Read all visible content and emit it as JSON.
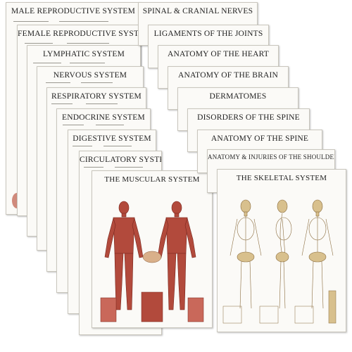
{
  "left_stack": [
    {
      "title": "MALE REPRODUCTIVE SYSTEM",
      "color": "#c47a6c"
    },
    {
      "title": "FEMALE REPRODUCTIVE SYSTEM",
      "color": "#c98a82"
    },
    {
      "title": "LYMPHATIC SYSTEM",
      "color": "#b79d86"
    },
    {
      "title": "NERVOUS SYSTEM",
      "color": "#d6b07a"
    },
    {
      "title": "RESPIRATORY SYSTEM",
      "color": "#c58a86"
    },
    {
      "title": "ENDOCRINE SYSTEM",
      "color": "#c7a07d"
    },
    {
      "title": "DIGESTIVE SYSTEM",
      "color": "#c98a70"
    },
    {
      "title": "CIRCULATORY SYSTEM",
      "color": "#b9565a"
    },
    {
      "title": "THE MUSCULAR SYSTEM",
      "color": "#b24a3c"
    }
  ],
  "right_stack": [
    {
      "title": "SPINAL & CRANIAL NERVES",
      "color": "#d4b66a"
    },
    {
      "title": "LIGAMENTS OF THE JOINTS",
      "color": "#c8a77d"
    },
    {
      "title": "ANATOMY OF THE HEART",
      "color": "#b8544c"
    },
    {
      "title": "ANATOMY OF THE BRAIN",
      "color": "#c7a58c"
    },
    {
      "title": "DERMATOMES",
      "color": "#9fb3c2"
    },
    {
      "title": "DISORDERS OF THE SPINE",
      "color": "#d2b690"
    },
    {
      "title": "ANATOMY OF THE SPINE",
      "color": "#d3b78c"
    },
    {
      "title": "ANATOMY & INJURIES OF THE SHOULDER",
      "color": "#c88d6e"
    },
    {
      "title": "THE SKELETAL SYSTEM",
      "color": "#c9ae7a"
    }
  ],
  "colors": {
    "muscle": "#b24a3c",
    "muscle_dark": "#8e2f25",
    "bone": "#d8c08d",
    "bone_dark": "#a88a52",
    "paper": "#fbfaf7"
  }
}
